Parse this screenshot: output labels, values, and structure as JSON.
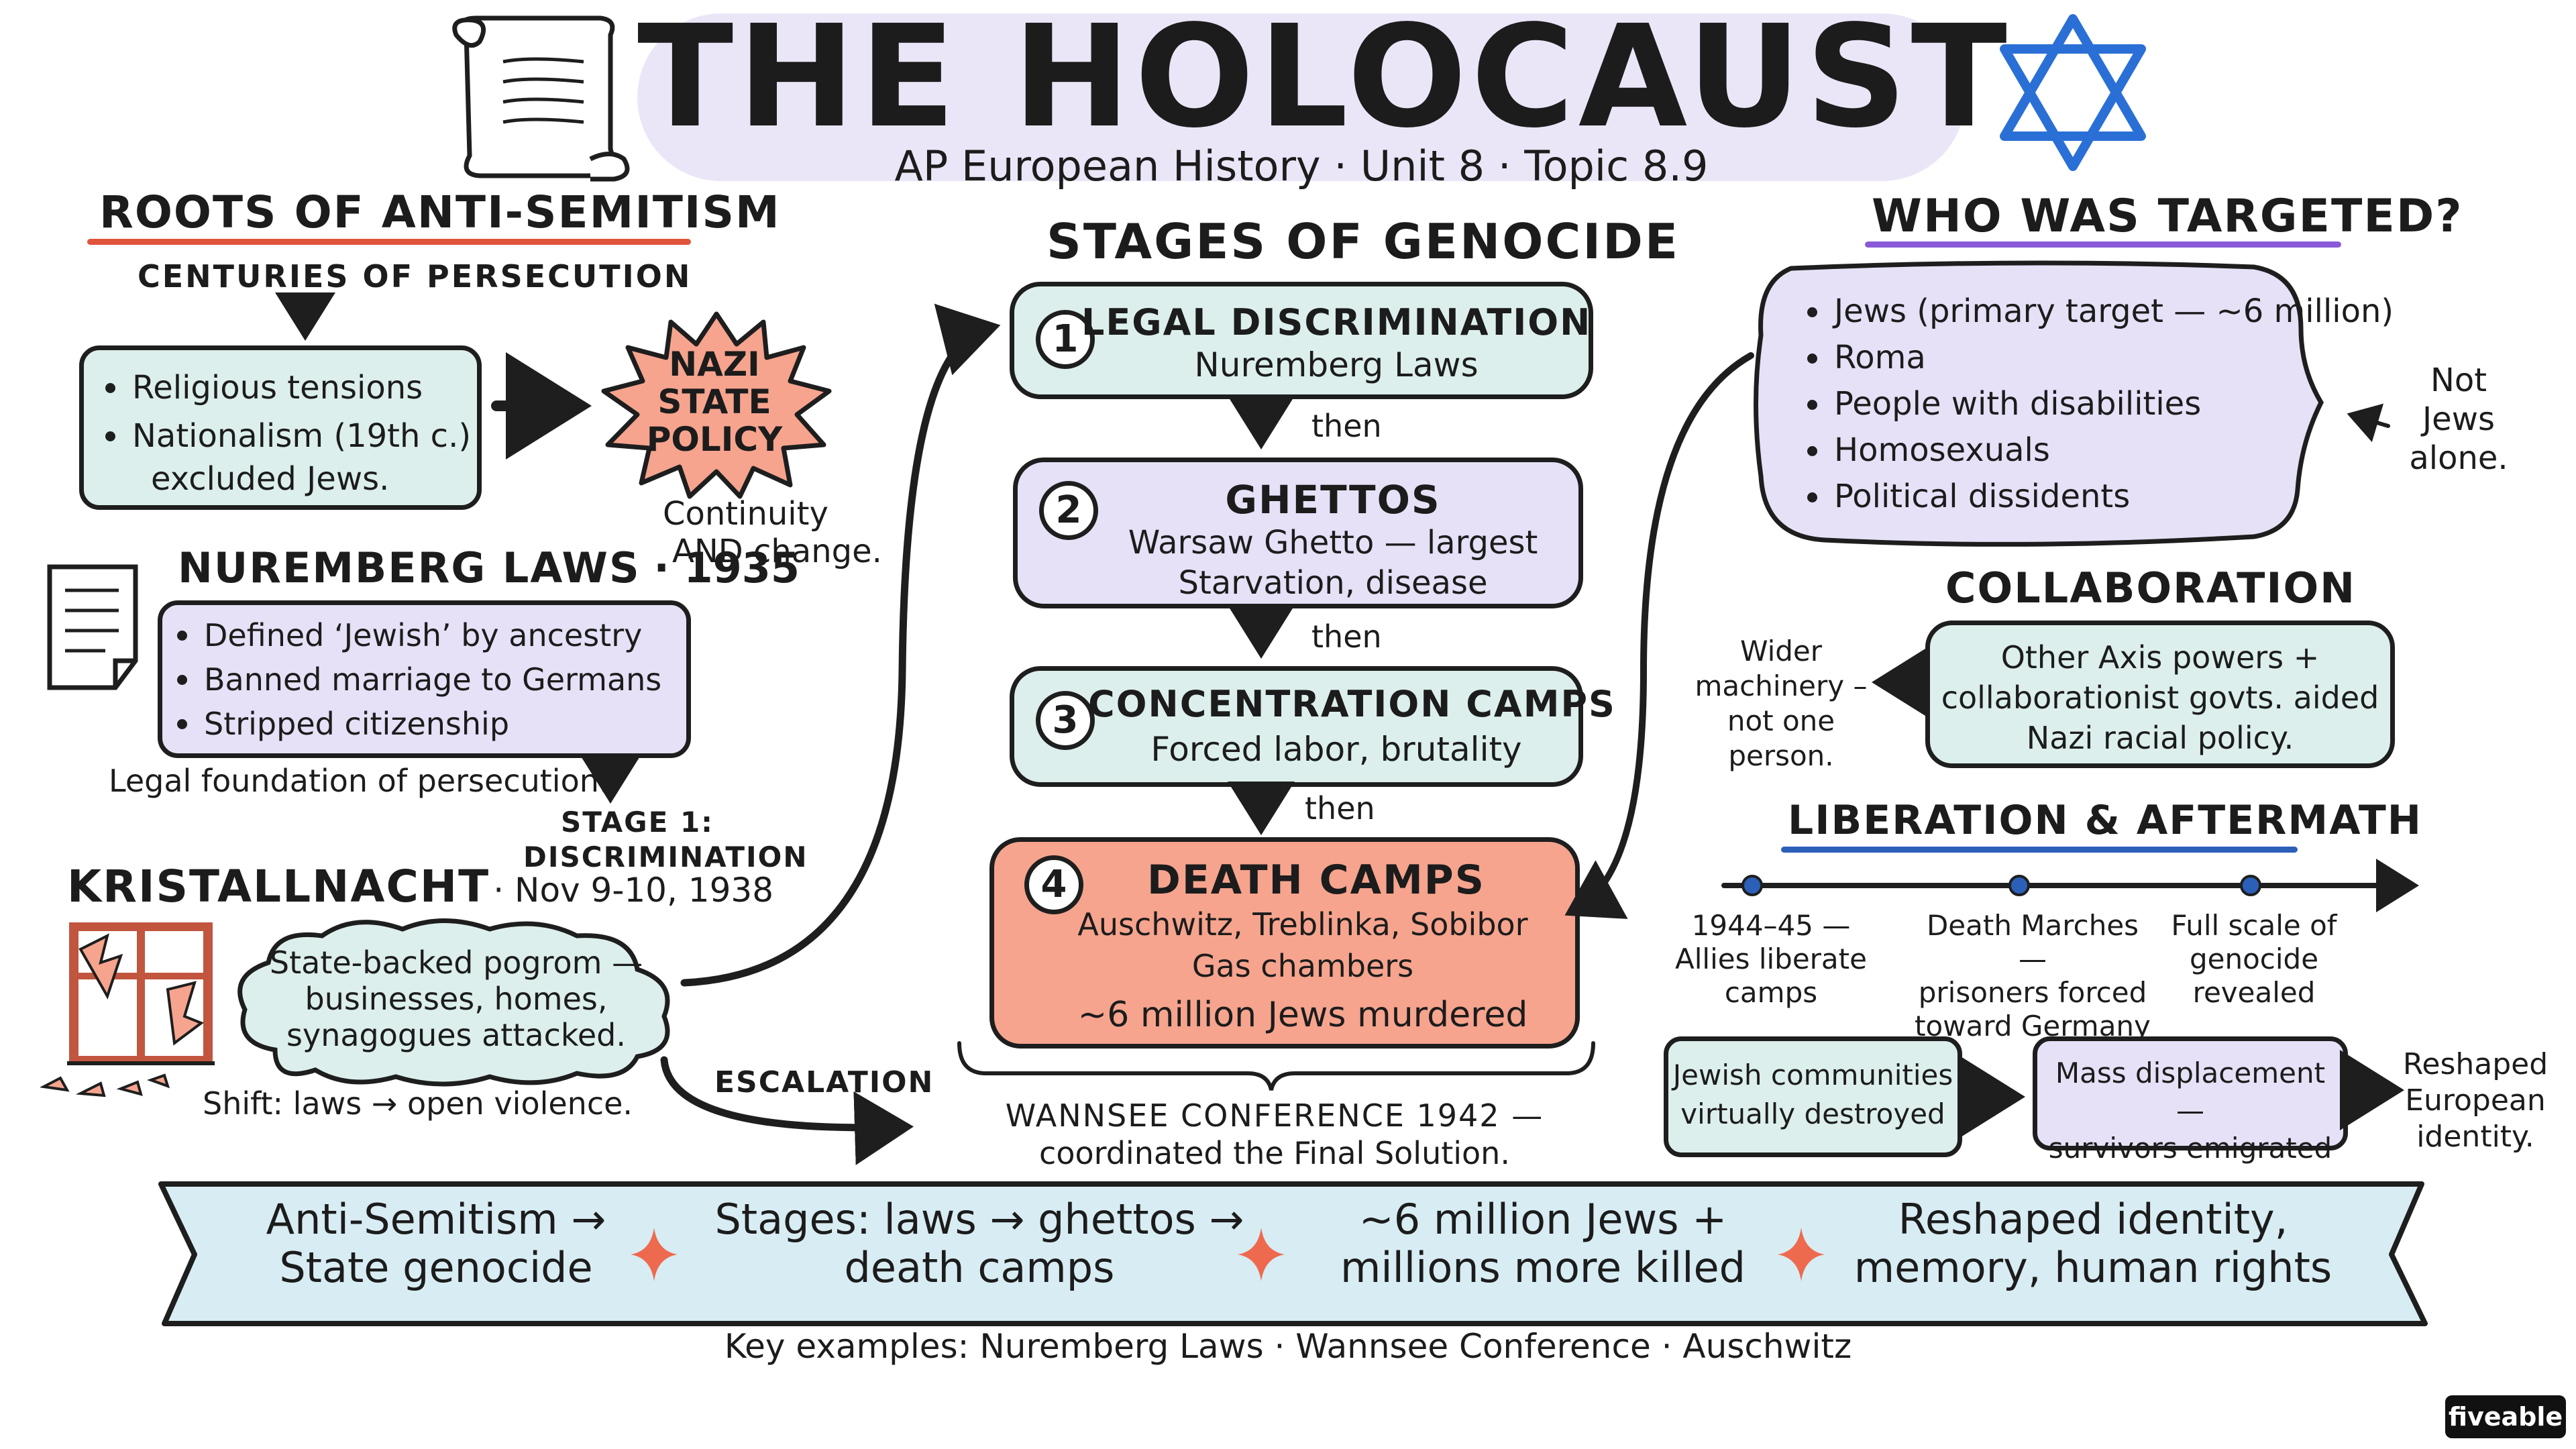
{
  "header": {
    "title": "THE HOLOCAUST",
    "subtitle": "AP European History · Unit 8 · Topic 8.9"
  },
  "roots": {
    "heading": "ROOTS OF ANTI-SEMITISM",
    "subheading": "CENTURIES OF PERSECUTION",
    "items": [
      "Religious tensions",
      "Nationalism (19th c.)"
    ],
    "item_cont": "excluded Jews.",
    "burst_lines": [
      "NAZI",
      "STATE",
      "POLICY"
    ],
    "continuity_lines": [
      "Continuity",
      "AND change."
    ]
  },
  "nuremberg": {
    "heading": "NUREMBERG LAWS",
    "year": "· 1935",
    "items": [
      "Defined ‘Jewish’ by ancestry",
      "Banned marriage to Germans",
      "Stripped citizenship"
    ],
    "footnote": "Legal foundation of persecution.",
    "stage_label": [
      "STAGE 1:",
      "DISCRIMINATION"
    ]
  },
  "kristallnacht": {
    "heading": "KRISTALLNACHT",
    "date": "· Nov 9-10, 1938",
    "cloud_lines": [
      "State-backed pogrom —",
      "businesses, homes,",
      "synagogues attacked."
    ],
    "shift": "Shift:  laws → open violence.",
    "escalation": "ESCALATION"
  },
  "stages": {
    "heading": "STAGES OF GENOCIDE",
    "connector": "then",
    "items": [
      {
        "num": "1",
        "title": "LEGAL DISCRIMINATION",
        "lines": [
          "Nuremberg Laws"
        ]
      },
      {
        "num": "2",
        "title": "GHETTOS",
        "lines": [
          "Warsaw Ghetto — largest",
          "Starvation, disease"
        ]
      },
      {
        "num": "3",
        "title": "CONCENTRATION CAMPS",
        "lines": [
          "Forced labor, brutality"
        ]
      },
      {
        "num": "4",
        "title": "DEATH CAMPS",
        "lines": [
          "Auschwitz, Treblinka, Sobibor",
          "Gas chambers",
          "~6 million Jews murdered"
        ]
      }
    ],
    "wannsee": [
      "WANNSEE CONFERENCE 1942 —",
      "coordinated the Final Solution."
    ]
  },
  "targeted": {
    "heading": "WHO WAS TARGETED?",
    "items": [
      "Jews (primary target — ~6 million)",
      "Roma",
      "People with disabilities",
      "Homosexuals",
      "Political dissidents"
    ],
    "note": [
      "Not",
      "Jews",
      "alone."
    ]
  },
  "collaboration": {
    "heading": "COLLABORATION",
    "lines": [
      "Other Axis powers +",
      "collaborationist govts. aided",
      "Nazi racial policy."
    ],
    "note": [
      "Wider",
      "machinery –",
      "not one",
      "person."
    ]
  },
  "liberation": {
    "heading": "LIBERATION & AFTERMATH",
    "events": [
      {
        "lines": [
          "1944–45 —",
          "Allies liberate",
          "camps"
        ]
      },
      {
        "lines": [
          "Death Marches —",
          "prisoners forced",
          "toward Germany"
        ]
      },
      {
        "lines": [
          "Full scale of",
          "genocide",
          "revealed"
        ]
      }
    ],
    "box1": [
      "Jewish communities",
      "virtually destroyed"
    ],
    "box2": [
      "Mass displacement —",
      "survivors emigrated"
    ],
    "result": [
      "Reshaped",
      "European",
      "identity."
    ]
  },
  "banner": {
    "items": [
      [
        "Anti-Semitism →",
        "State genocide"
      ],
      [
        "Stages: laws → ghettos →",
        "death camps"
      ],
      [
        "~6 million Jews +",
        "millions more killed"
      ],
      [
        "Reshaped identity,",
        "memory, human rights"
      ]
    ],
    "key_examples": "Key examples:  Nuremberg Laws  ·  Wannsee Conference  ·  Auschwitz"
  },
  "watermark": "fiveable",
  "colors": {
    "mint": "#dcefed",
    "lavender": "#e6e1f7",
    "salmon": "#f6a48e",
    "banner": "#d8ecf3",
    "red_accent": "#e0543c",
    "purple_accent": "#8a5ad8",
    "blue_accent": "#2c5fb8",
    "star_blue": "#2a6fd6"
  }
}
